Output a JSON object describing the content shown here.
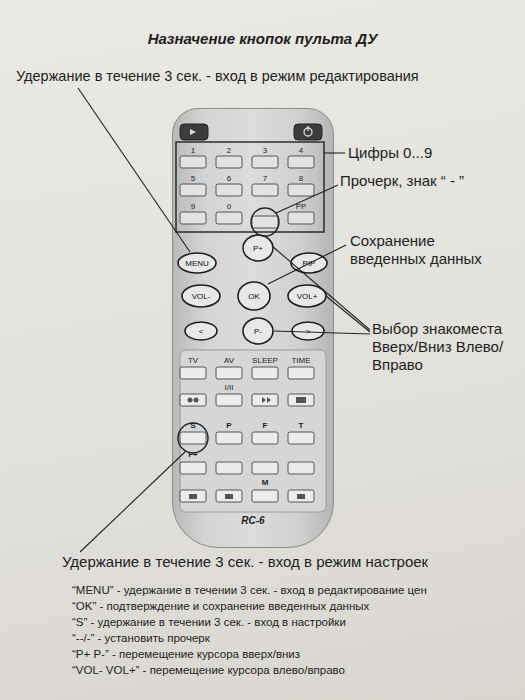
{
  "diagram": {
    "title": "Назначение кнопок пульта ДУ",
    "nodes": [
      {
        "text": [
          "RC-6"
        ]
      },
      {
        "text": [
          "MENU"
        ],
        "in": 0
      },
      {
        "text": [
          "P+"
        ],
        "in": 0
      },
      {
        "text": [
          "PIP"
        ],
        "in": 0
      },
      {
        "text": [
          "VOL-"
        ],
        "in": 0
      },
      {
        "text": [
          "OK"
        ],
        "in": 0
      },
      {
        "text": [
          "VOL+"
        ],
        "in": 0
      },
      {
        "text": [
          "<"
        ],
        "in": 0
      },
      {
        "text": [
          "P-"
        ],
        "in": 0
      },
      {
        "text": [
          ">"
        ],
        "in": 0
      }
    ],
    "labels": [
      "Удержание в течение 3 сек. - вход в режим редактирования",
      "Цифры 0...9",
      "1",
      "2",
      "3",
      "4",
      "5",
      "6",
      "7",
      "8",
      "9",
      "0",
      "Прочерк, знак “ - ”",
      "PP",
      "Сохранение введенных данных",
      "Выбор знакоместа Вверх/Вниз Влево/Вправо",
      "TV",
      "AV",
      "SLEEP",
      "TIME",
      "I/II",
      "S",
      "P",
      "F",
      "T",
      "F+",
      "M",
      "Удержание в течение 3 сек. - вход в режим настроек",
      "“MENU” - удержание в течении 3 сек. - вход в редактирование цен",
      "“OK” - подтверждение и сохранение введенных данных",
      "“S” - удержание в течении 3 сек. - вход в настройки",
      "“--/-” - установить прочерк",
      "“P+ P-” - перемещение курсора вверх/вниз",
      "“VOL- VOL+” - перемещение курсора влево/вправо"
    ]
  }
}
